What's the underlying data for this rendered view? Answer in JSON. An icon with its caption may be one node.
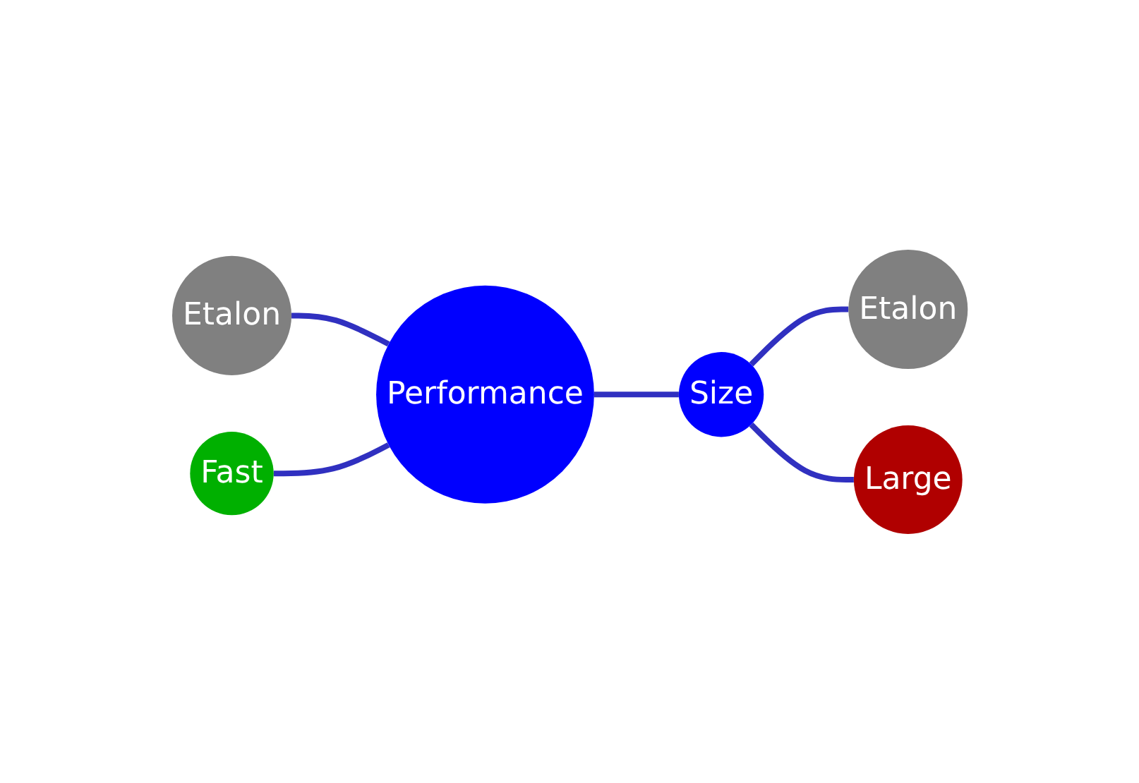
{
  "diagram": {
    "nodes": [
      {
        "text": [
          "Performance"
        ]
      },
      {
        "text": [
          "Fast"
        ]
      },
      {
        "text": [
          "Etalon"
        ]
      },
      {
        "text": [
          "Size"
        ]
      },
      {
        "text": [
          "Etalon"
        ]
      },
      {
        "text": [
          "Large"
        ]
      }
    ],
    "edges": [
      {
        "from": 2,
        "to": 0,
        "arrow": "none"
      },
      {
        "from": 1,
        "to": 0,
        "arrow": "none"
      },
      {
        "from": 0,
        "to": 3,
        "arrow": "none"
      },
      {
        "from": 3,
        "to": 4,
        "arrow": "none"
      },
      {
        "from": 3,
        "to": 5,
        "arrow": "none"
      }
    ]
  }
}
